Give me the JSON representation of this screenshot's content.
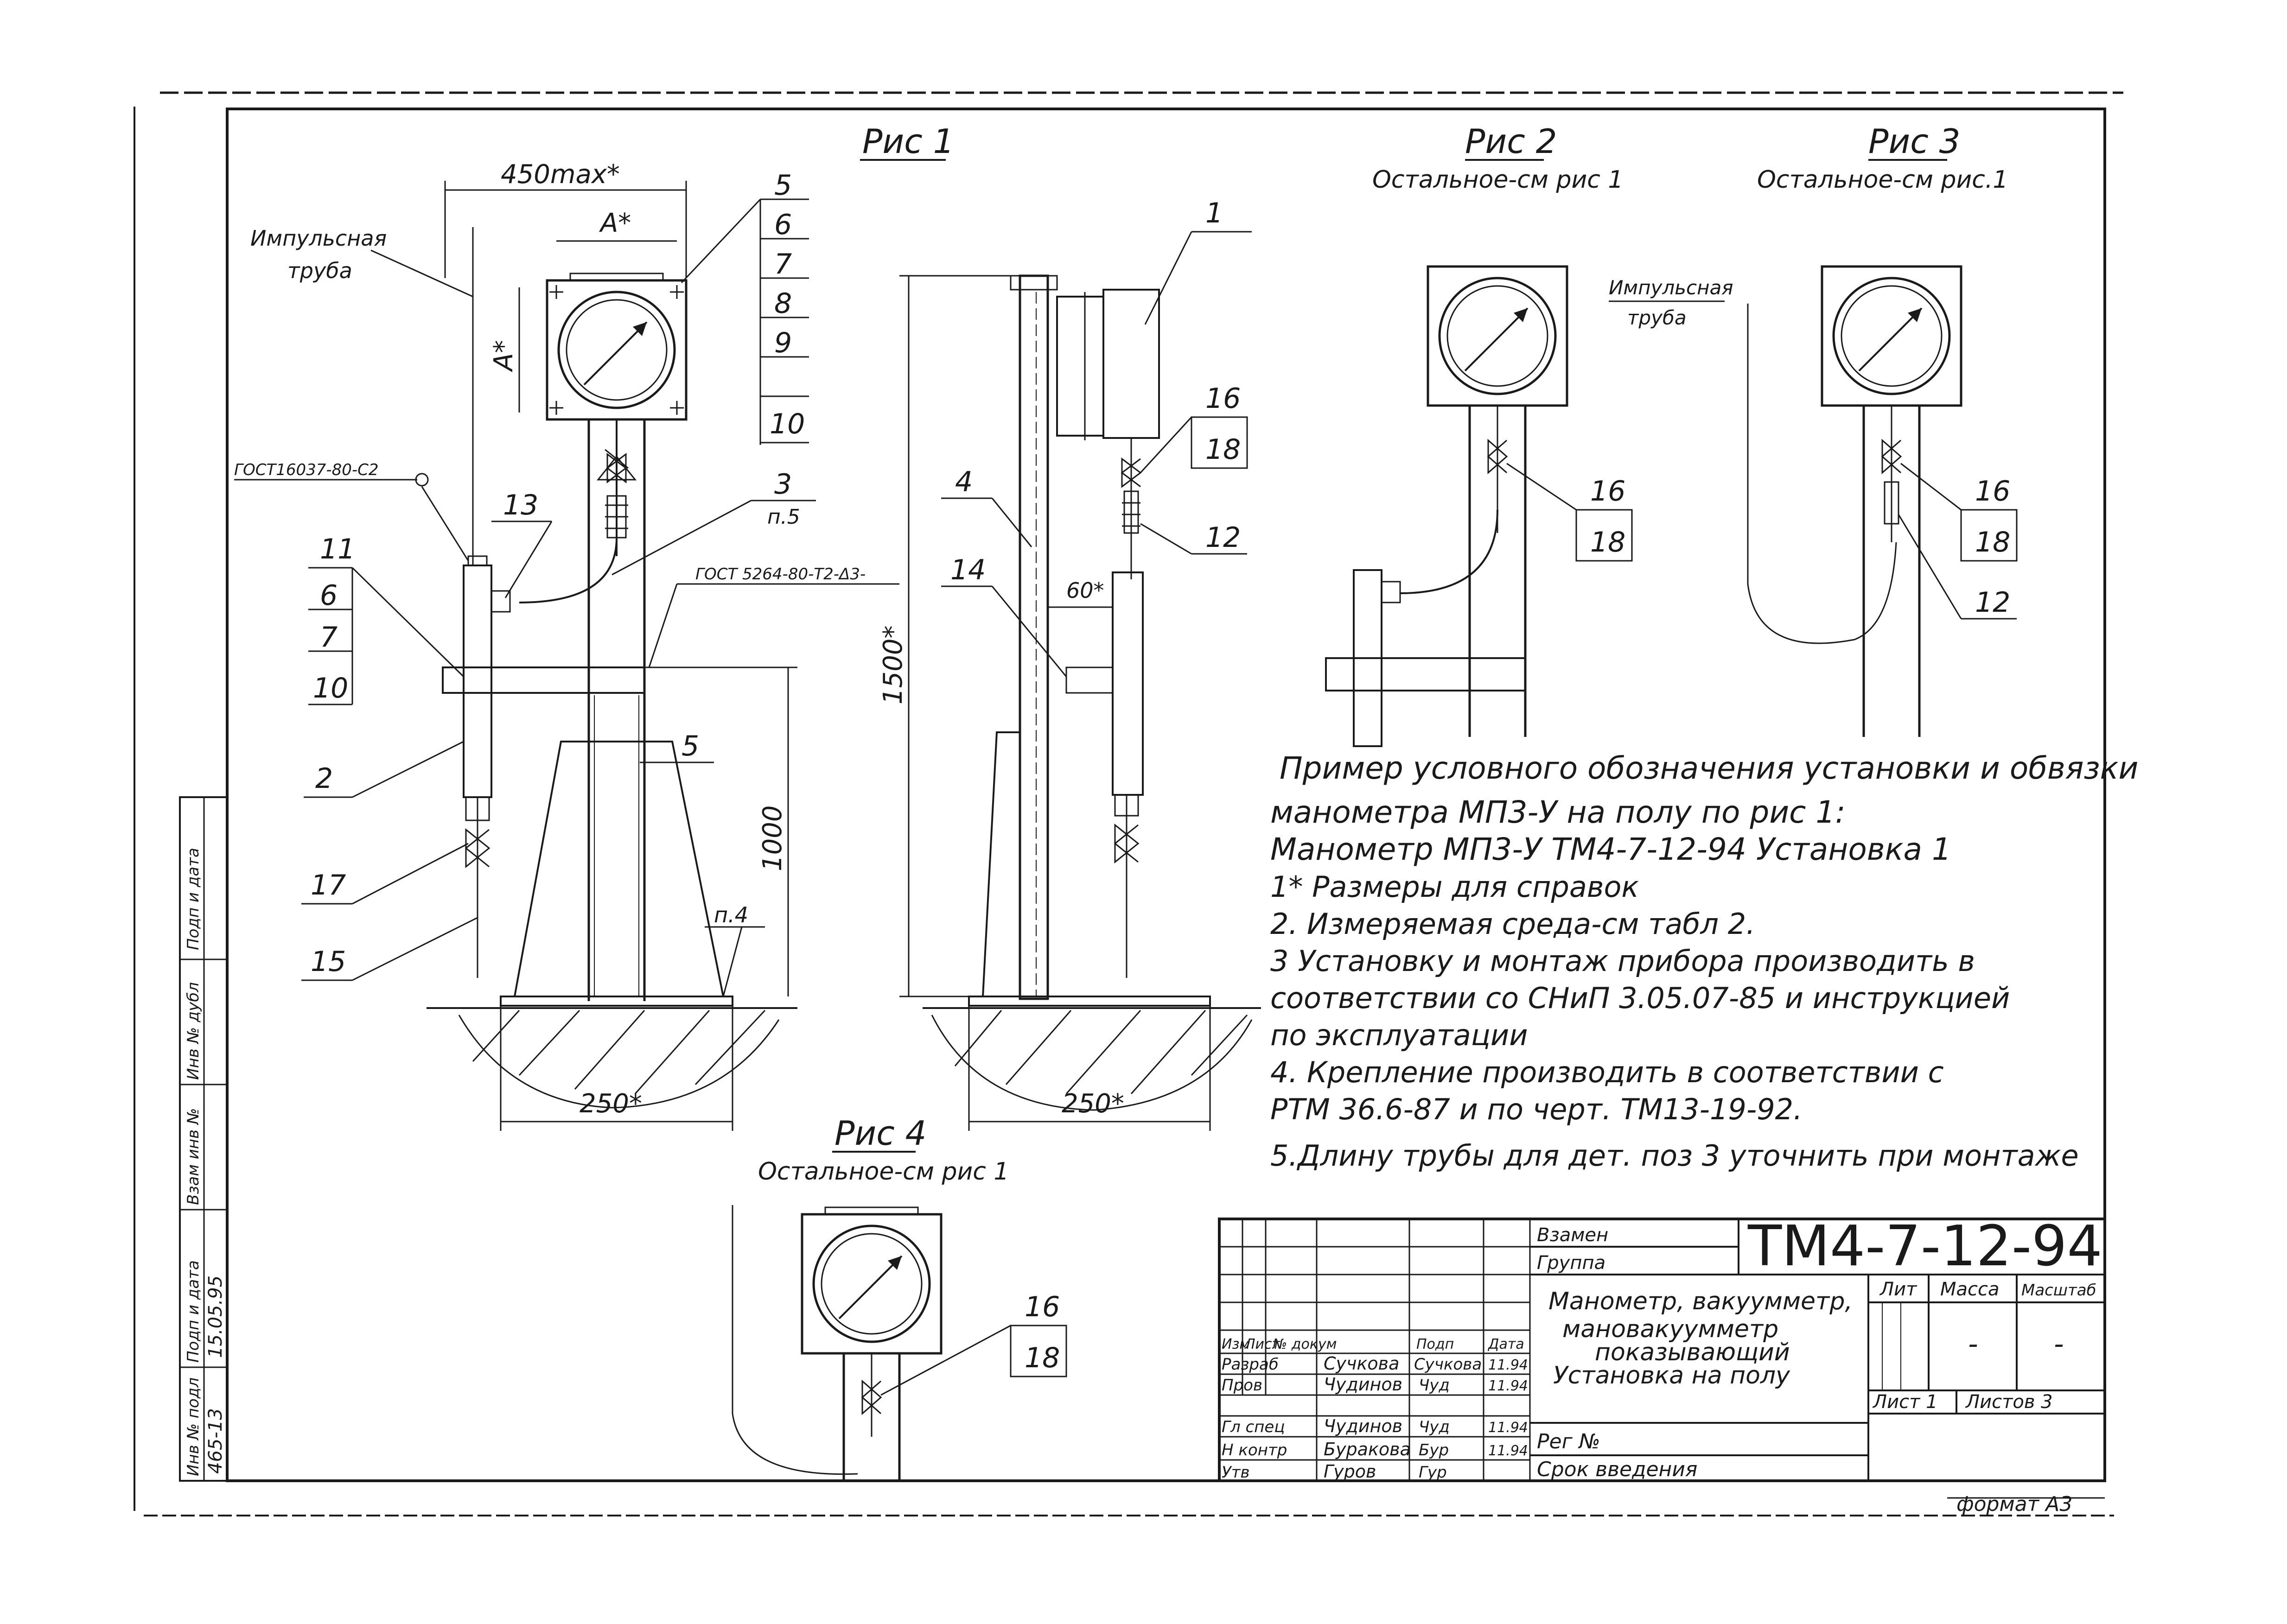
{
  "figures": {
    "fig1_title": "Рис 1",
    "fig2_title": "Рис 2",
    "fig2_sub": "Остальное-см рис 1",
    "fig3_title": "Рис 3",
    "fig3_sub": "Остальное-см рис.1",
    "fig4_title": "Рис 4",
    "fig4_sub": "Остальное-см рис 1"
  },
  "fig1": {
    "dim_450": "450max*",
    "dim_A_h": "A*",
    "dim_A_v": "A*",
    "impulse_pipe_1": "Импульсная",
    "impulse_pipe_2": "труба",
    "gost_16037": "ГОСТ16037-80-С2",
    "gost_5264": "ГОСТ 5264-80-Т2-Δ3-",
    "dim_1000": "1000",
    "dim_250": "250*",
    "note_p4": "п.4",
    "pos_5": "5",
    "pos_6": "6",
    "pos_7": "7",
    "pos_8": "8",
    "pos_9": "9",
    "pos_10": "10",
    "pos_3": "3",
    "pos_3_note": "п.5",
    "pos_13": "13",
    "pos_11": "11",
    "pos_6b": "6",
    "pos_7b": "7",
    "pos_10b": "10",
    "pos_2": "2",
    "pos_17": "17",
    "pos_15": "15",
    "pos_5b": "5"
  },
  "side": {
    "pos_1": "1",
    "pos_16": "16",
    "pos_18": "18",
    "pos_12": "12",
    "pos_4": "4",
    "pos_14": "14",
    "dim_60": "60*",
    "dim_1500": "1500*",
    "dim_250": "250*"
  },
  "fig2": {
    "pos_16": "16",
    "pos_18": "18"
  },
  "fig3": {
    "impulse_1": "Импульсная",
    "impulse_2": "труба",
    "pos_16": "16",
    "pos_18": "18",
    "pos_12": "12"
  },
  "fig4": {
    "pos_16": "16",
    "pos_18": "18"
  },
  "notes": {
    "line1": "Пример условного обозначения установки и обвязки",
    "line2": "манометра МП3-У на полу по рис 1:",
    "line3": "Манометр МП3-У ТМ4-7-12-94  Установка 1",
    "line4": "1* Размеры для справок",
    "line5": "2. Измеряемая среда-см табл 2.",
    "line6": "3 Установку и монтаж прибора производить в",
    "line7": "соответствии со СНиП 3.05.07-85 и инструкцией",
    "line8": "по эксплуатации",
    "line9": "4. Крепление производить в соответствии с",
    "line10": "РТМ 36.6-87 и по черт. ТМ13-19-92.",
    "line11": "5.Длину трубы для дет. поз 3 уточнить при монтаже"
  },
  "title_block": {
    "doc_code": "ТМ4-7-12-94",
    "vzamen": "Взамен",
    "gruppa": "Группа",
    "title_1": "Манометр, вакуумметр,",
    "title_2": "мановакуумметр",
    "title_3": "показывающий",
    "title_4": "Установка на полу",
    "lit": "Лит",
    "massa": "Масса",
    "masshtab": "Масштаб",
    "massa_val": "-",
    "masshtab_val": "-",
    "list": "Лист 1",
    "listov": "Листов 3",
    "reg_no": "Рег №",
    "srok": "Срок введения",
    "hdr_izm": "Изм",
    "hdr_list": "Лист",
    "hdr_doc": "№ докум",
    "hdr_podp": "Подп",
    "hdr_data": "Дата",
    "r1_role": "Разраб",
    "r1_name": "Сучкова",
    "r1_sign": "Сучкова",
    "r1_date": "11.94",
    "r2_role": "Пров",
    "r2_name": "Чудинов",
    "r2_sign": "Чуд",
    "r2_date": "11.94",
    "r3_role": "Гл спец",
    "r3_name": "Чудинов",
    "r3_sign": "Чуд",
    "r3_date": "11.94",
    "r4_role": "Н контр",
    "r4_name": "Буракова",
    "r4_sign": "Бур",
    "r4_date": "11.94",
    "r5_role": "Утв",
    "r5_name": "Гуров",
    "r5_sign": "Гур",
    "format": "формат А3"
  },
  "margin_stamp": {
    "c1": "Подп и дата",
    "c2": "Инв № дубл",
    "c3": "Взам инв №",
    "c4": "Подп и дата",
    "c5": "Инв № подл",
    "v4": "15.05.95",
    "v5": "465-13"
  }
}
